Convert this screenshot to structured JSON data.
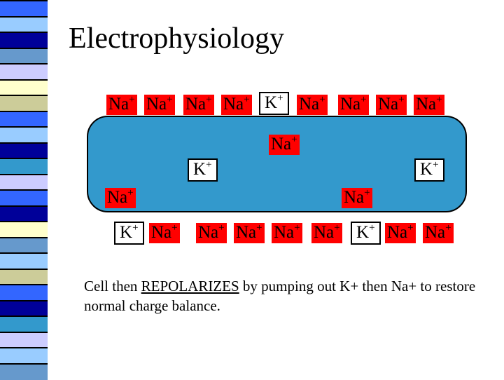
{
  "slide": {
    "title": "Electrophysiology",
    "caption_before": "Cell then ",
    "caption_highlight": "REPOLARIZES",
    "caption_after": " by pumping out K+ then Na+ to restore normal charge balance."
  },
  "colors": {
    "cell_fill": "#3399cc",
    "sodium_ion_fill": "#ff0000",
    "potassium_ion_fill": "#ffffff",
    "stripe_palette": [
      "#3366ff",
      "#99ccff",
      "#000099",
      "#6699cc",
      "#ccccff",
      "#ffffcc",
      "#cccc99",
      "#3399cc"
    ]
  },
  "ions": {
    "top_row": [
      {
        "symbol": "Na",
        "charge": "+"
      },
      {
        "symbol": "Na",
        "charge": "+"
      },
      {
        "symbol": "Na",
        "charge": "+"
      },
      {
        "symbol": "Na",
        "charge": "+"
      },
      {
        "symbol": "K",
        "charge": "+"
      },
      {
        "symbol": "Na",
        "charge": "+"
      },
      {
        "symbol": "Na",
        "charge": "+"
      },
      {
        "symbol": "Na",
        "charge": "+"
      },
      {
        "symbol": "Na",
        "charge": "+"
      }
    ],
    "inside": [
      {
        "symbol": "Na",
        "charge": "+"
      },
      {
        "symbol": "K",
        "charge": "+"
      },
      {
        "symbol": "K",
        "charge": "+"
      },
      {
        "symbol": "Na",
        "charge": "+"
      },
      {
        "symbol": "Na",
        "charge": "+"
      }
    ],
    "bottom_row": [
      {
        "symbol": "K",
        "charge": "+"
      },
      {
        "symbol": "Na",
        "charge": "+"
      },
      {
        "symbol": "Na",
        "charge": "+"
      },
      {
        "symbol": "Na",
        "charge": "+"
      },
      {
        "symbol": "Na",
        "charge": "+"
      },
      {
        "symbol": "Na",
        "charge": "+"
      },
      {
        "symbol": "K",
        "charge": "+"
      },
      {
        "symbol": "Na",
        "charge": "+"
      },
      {
        "symbol": "Na",
        "charge": "+"
      }
    ]
  }
}
